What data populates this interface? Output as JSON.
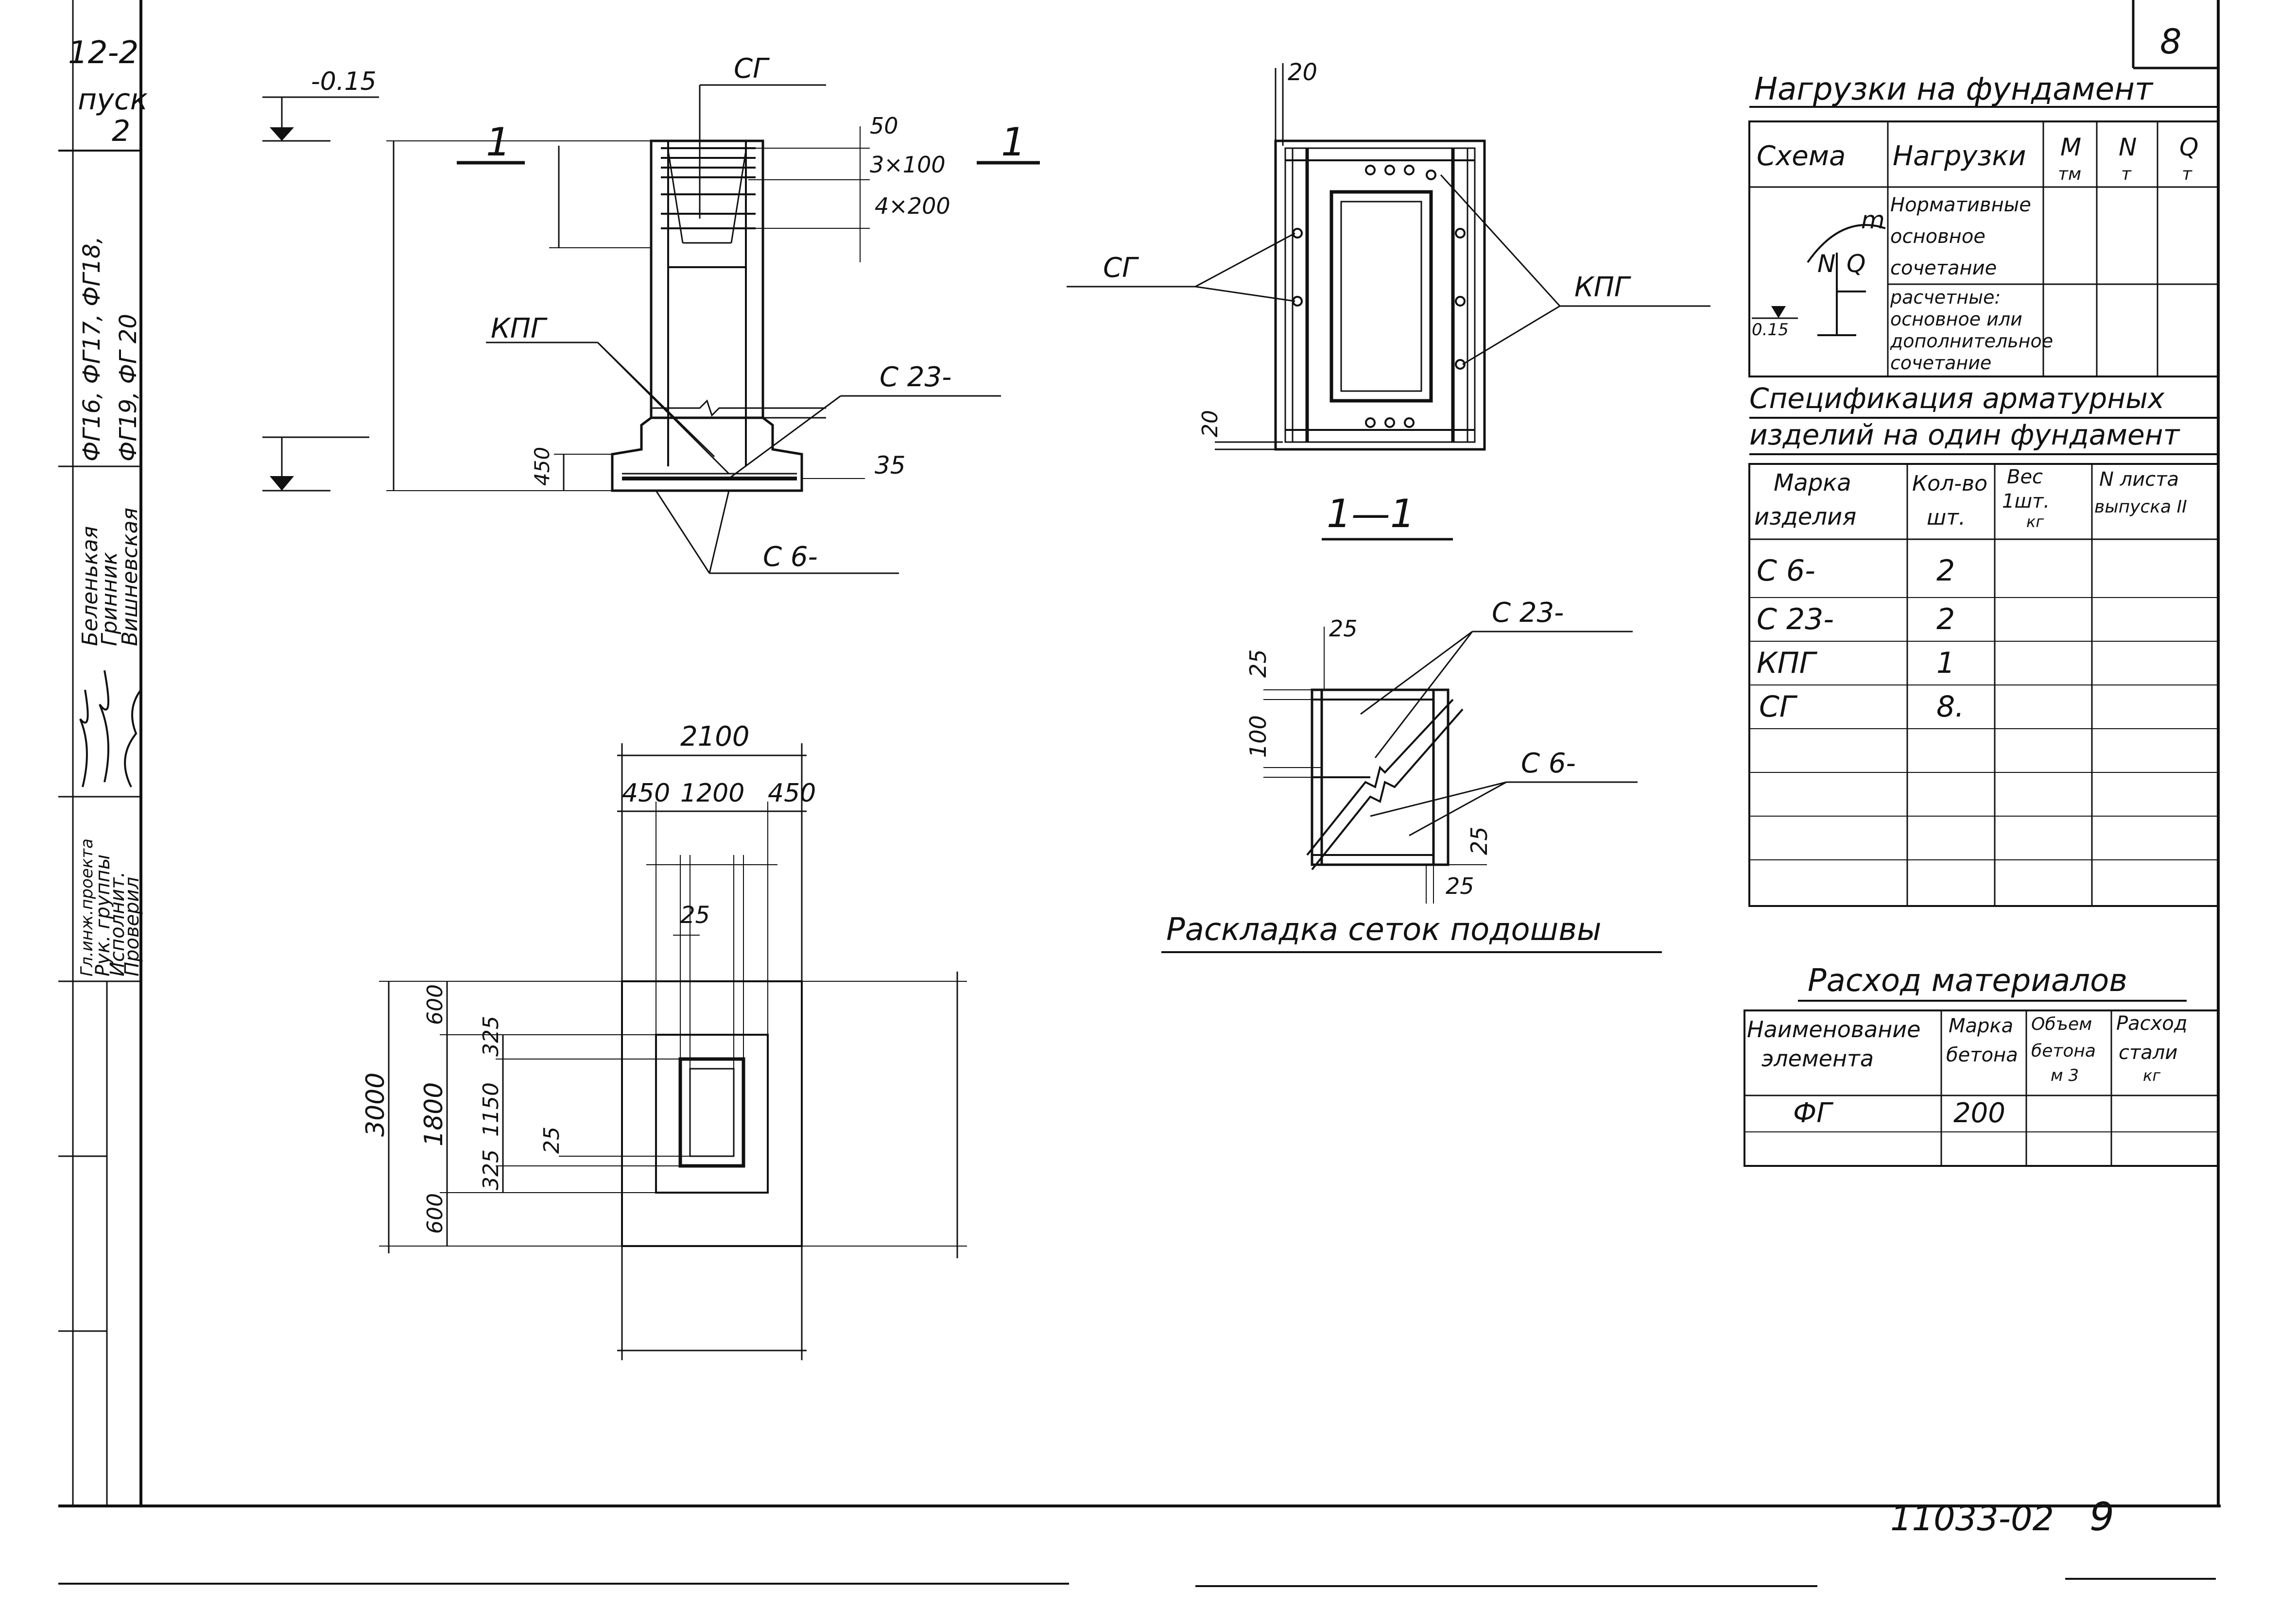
{
  "title_block": {
    "sheet_code": "12-2",
    "issue_label": "пуск",
    "issue_number": "2",
    "foundation_marks_line1": "ФГ16, ФГ17, ФГ18,",
    "foundation_marks_line2": "ФГ19, ФГ 20",
    "role_chief": "Гл.инж.проекта",
    "role_group_head": "Рук. группы",
    "role_executor": "Исполнит.",
    "role_checker": "Проверил",
    "name_1": "Беленькая",
    "name_2": "Гринник",
    "name_3": "Вишневская",
    "sheet_number": "8",
    "drawing_number": "11033-02",
    "page_number": "9"
  },
  "elevation": {
    "level_top": "-0.15",
    "section_mark_left": "1",
    "section_mark_right": "1",
    "label_cg": "СГ",
    "label_kpg": "КПГ",
    "label_c23": "С 23-",
    "label_c6": "С 6-",
    "dim_50": "50",
    "dim_3x100": "3×100",
    "dim_4x200": "4×200",
    "dim_450": "450",
    "dim_35": "35"
  },
  "section_1_1": {
    "title": "1—1",
    "dim_20_top": "20",
    "dim_20_side": "20",
    "label_cg": "СГ",
    "label_kpg": "КПГ"
  },
  "mesh_layout": {
    "title": "Раскладка сеток подошвы",
    "label_c23": "С 23-",
    "label_c6": "С 6-",
    "dim_25_a": "25",
    "dim_25_b": "25",
    "dim_100": "100",
    "dim_25_c": "25",
    "dim_25_d": "25"
  },
  "plan": {
    "dim_2100": "2100",
    "dim_450_l": "450",
    "dim_1200": "1200",
    "dim_450_r": "450",
    "dim_25_top": "25",
    "dim_3000": "3000",
    "dim_1800": "1800",
    "dim_600_top": "600",
    "dim_600_bot": "600",
    "dim_325_top": "325",
    "dim_1150": "1150",
    "dim_325_bot": "325",
    "dim_25_left": "25"
  },
  "loads_table": {
    "title": "Нагрузки на фундамент",
    "headers": [
      "Схема",
      "Нагрузки",
      "M",
      "N",
      "Q"
    ],
    "units": [
      "тм",
      "т",
      "т"
    ],
    "row1": [
      "Нормативные",
      "основное",
      "сочетание"
    ],
    "row2": [
      "расчетные:",
      "основное или",
      "дополнительное",
      "сочетание"
    ],
    "schema_m": "m",
    "schema_n": "N",
    "schema_q": "Q",
    "schema_level": "0.15"
  },
  "spec_table": {
    "title_line1": "Спецификация арматурных",
    "title_line2": "изделий на один фундамент",
    "headers": [
      [
        "Марка",
        "изделия"
      ],
      [
        "Кол-во",
        "шт."
      ],
      [
        "Вес",
        "1шт.",
        "кг"
      ],
      [
        "N листа",
        "выпуска II"
      ]
    ],
    "rows": [
      [
        "С 6-",
        "2"
      ],
      [
        "С 23-",
        "2"
      ],
      [
        "КПГ",
        "1"
      ],
      [
        "СГ",
        "8."
      ]
    ]
  },
  "materials_table": {
    "title": "Расход материалов",
    "headers": [
      [
        "Наименование",
        "элемента"
      ],
      [
        "Марка",
        "бетона"
      ],
      [
        "Объем",
        "бетона",
        "м 3"
      ],
      [
        "Расход",
        "стали",
        "кг"
      ]
    ],
    "rows": [
      [
        "ФГ",
        "200",
        "",
        ""
      ]
    ]
  }
}
